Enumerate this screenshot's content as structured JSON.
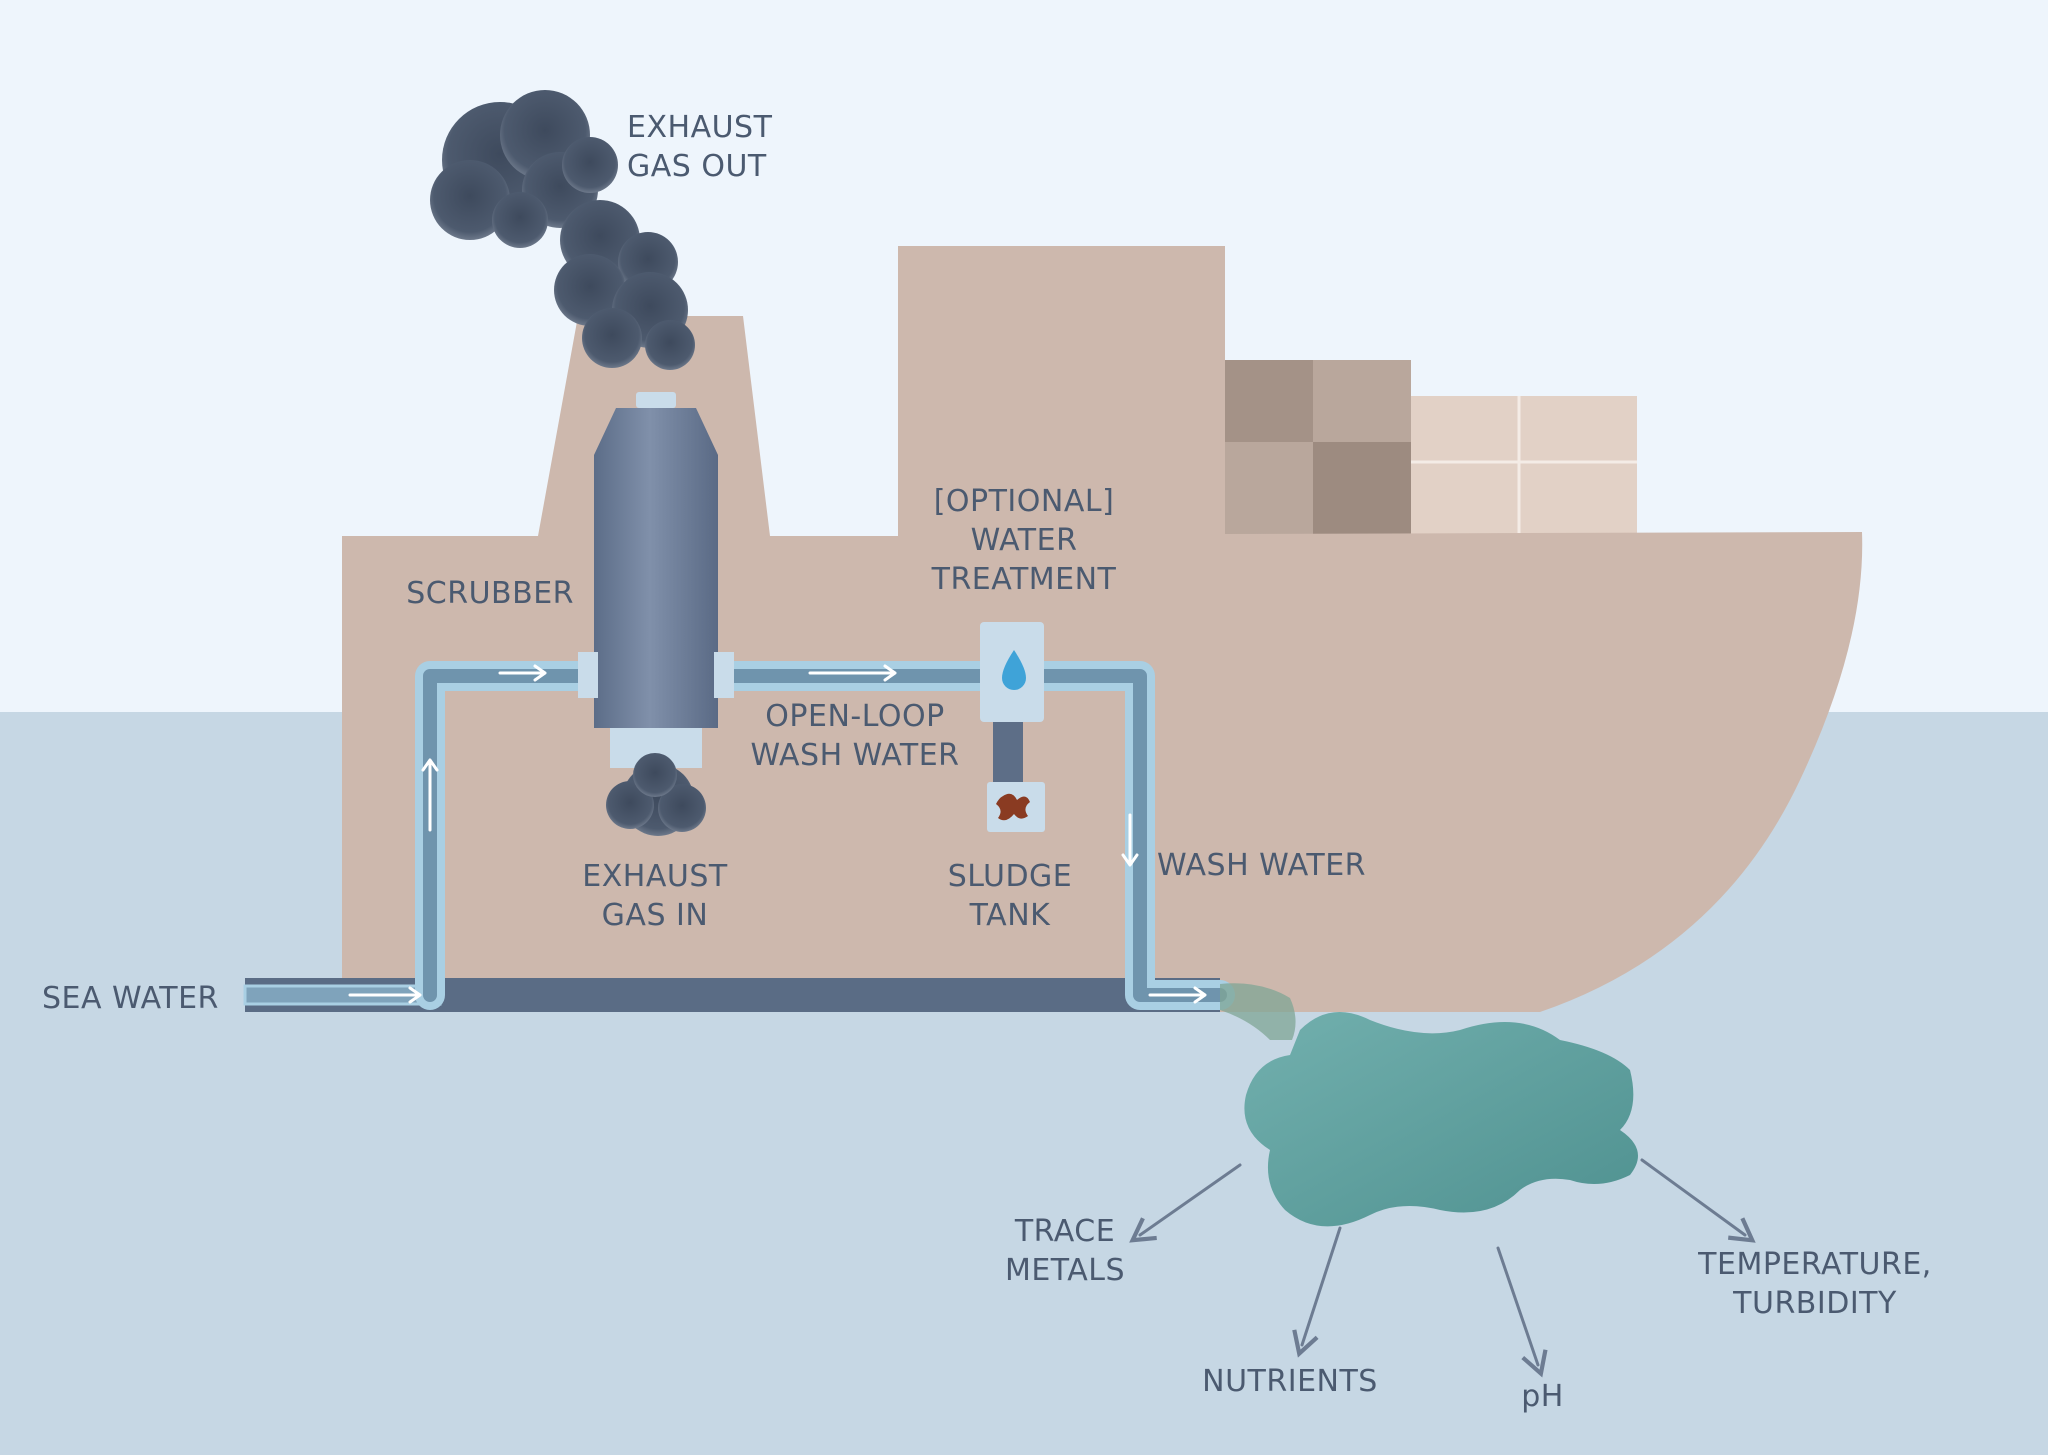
{
  "colors": {
    "sky": "#eef5fc",
    "sea": "#c6d7e4",
    "hull": "#cdb8ad",
    "pipe_outline": "#a9cfe3",
    "pipe_inner": "#6f94ad",
    "seawater_pipe": "#5a6c85",
    "smoke": "#4d5a6e",
    "scrubber": "#6b7d99",
    "plume": "#5a9e9d",
    "label": "#4b5a70",
    "sludge": "#8a3b22",
    "water_drop": "#3fa3d8"
  },
  "icons": [
    "water-drop-icon",
    "sludge-blob-icon",
    "flow-arrow-icon",
    "smoke-cloud-icon"
  ],
  "labels": {
    "exhaust_gas_out": "EXHAUST\nGAS OUT",
    "scrubber": "SCRUBBER",
    "optional_water_treatment": "[OPTIONAL]\nWATER\nTREATMENT",
    "open_loop_wash_water": "OPEN-LOOP\nWASH WATER",
    "exhaust_gas_in": "EXHAUST\nGAS IN",
    "sludge_tank": "SLUDGE\nTANK",
    "wash_water": "WASH WATER",
    "sea_water": "SEA WATER",
    "trace_metals": "TRACE\nMETALS",
    "nutrients": "NUTRIENTS",
    "ph": "pH",
    "temperature_turbidity": "TEMPERATURE,\nTURBIDITY"
  }
}
